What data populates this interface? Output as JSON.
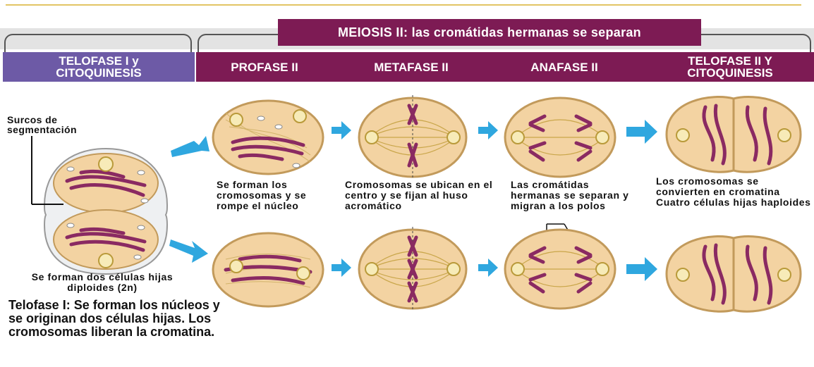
{
  "header": {
    "title": "MEIOSIS II: las cromátidas hermanas se separan",
    "phase_telofase1": "TELOFASE I y CITOQUINESIS",
    "phases": [
      "PROFASE II",
      "METAFASE II",
      "ANAFASE II",
      "TELOFASE II Y CITOQUINESIS"
    ]
  },
  "labels": {
    "surcos": "Surcos de segmentación",
    "profase": "Se forman los cromosomas y se rompe el núcleo",
    "metafase": "Cromosomas se ubican en el centro y se fijan al huso acromático",
    "anafase": "Las cromátidas hermanas se separan y migran a los polos",
    "telofase2": "Los cromosomas se convierten en cromatina Cuatro células hijas haploides",
    "dos_celulas": "Se forman dos células hijas diploides (2n)",
    "telofase1": "Telofase I: Se forman los núcleos y se originan dos células hijas. Los cromosomas liberan la cromatina."
  },
  "colors": {
    "purple_band": "#7d1b54",
    "violet_band": "#6d5aa6",
    "cell_fill": "#f3d3a2",
    "cell_border": "#c29a5b",
    "chromosome": "#8a2a62",
    "arrow": "#2fa7df"
  }
}
